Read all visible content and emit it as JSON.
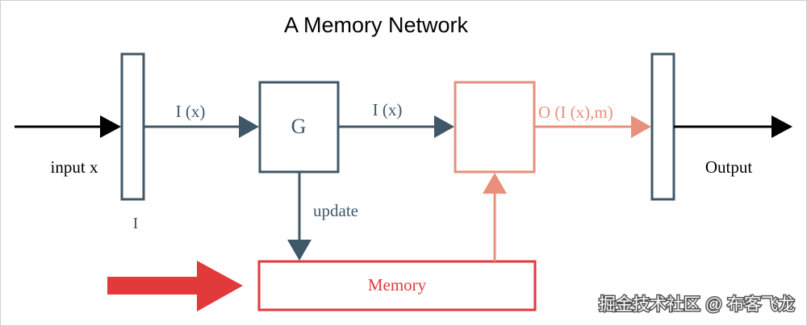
{
  "title": "A Memory Network",
  "labels": {
    "input": "input x",
    "output": "Output",
    "i_below": "I",
    "ix_left": "I (x)",
    "g_box": "G",
    "ix_right": "I (x)",
    "o_label": "O (I (x),m)",
    "update": "update",
    "memory": "Memory"
  },
  "watermark": "掘金技术社区 @ 布客飞龙",
  "colors": {
    "slate": "#3f5868",
    "salmon": "#e8907c",
    "red": "#e23a3a",
    "black": "#000000"
  }
}
